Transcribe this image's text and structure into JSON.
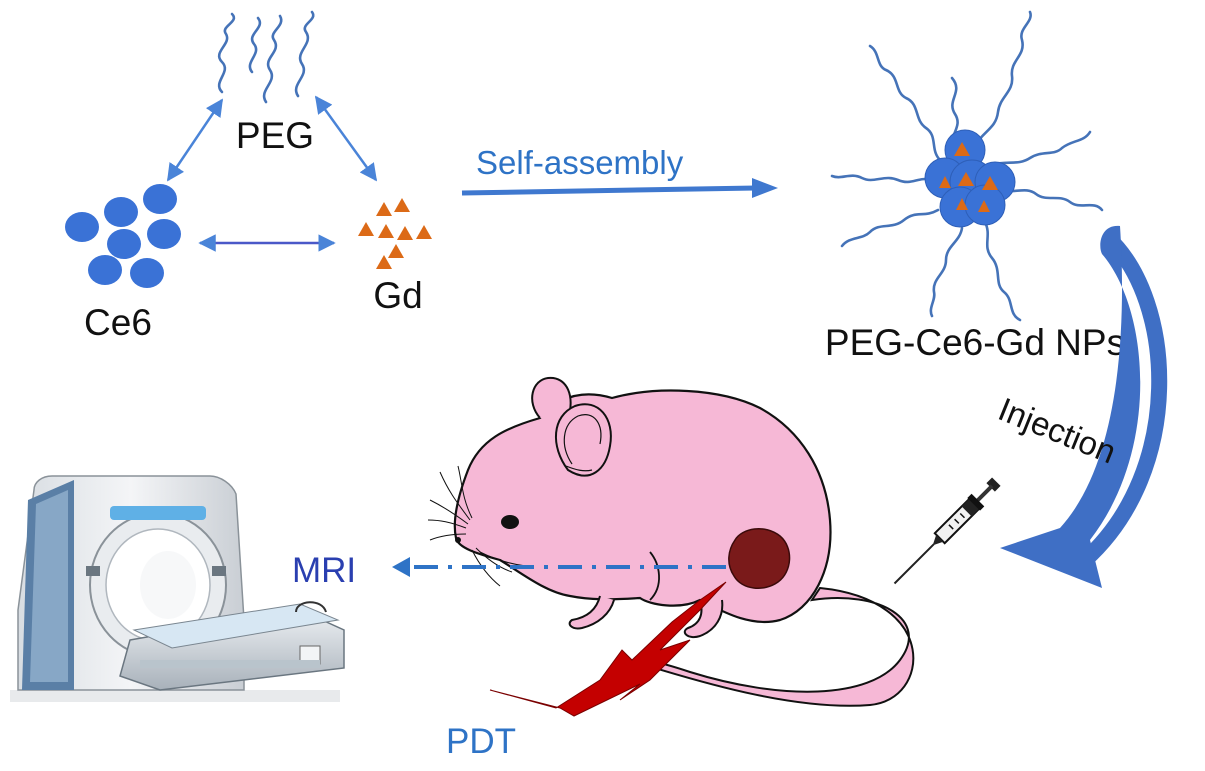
{
  "labels": {
    "peg": "PEG",
    "ce6": "Ce6",
    "gd": "Gd",
    "self_assembly": "Self-assembly",
    "nps": "PEG-Ce6-Gd NPs",
    "injection": "Injection",
    "mri": "MRI",
    "pdt": "PDT"
  },
  "colors": {
    "circle_blue": "#3a72d6",
    "peg_chain": "#4573b8",
    "label_blue": "#2e73c6",
    "mri_blue": "#2a3fb0",
    "gd_orange": "#dc6a17",
    "mouse_pink": "#f6b8d6",
    "tumor": "#7a1a1a",
    "pdt_red": "#c40000",
    "injection_arrow": "#3f6fc5"
  },
  "icons": [
    "syringe-icon",
    "mri-scanner-icon",
    "mouse-icon",
    "tumor-icon",
    "pdt-lightning-icon"
  ]
}
